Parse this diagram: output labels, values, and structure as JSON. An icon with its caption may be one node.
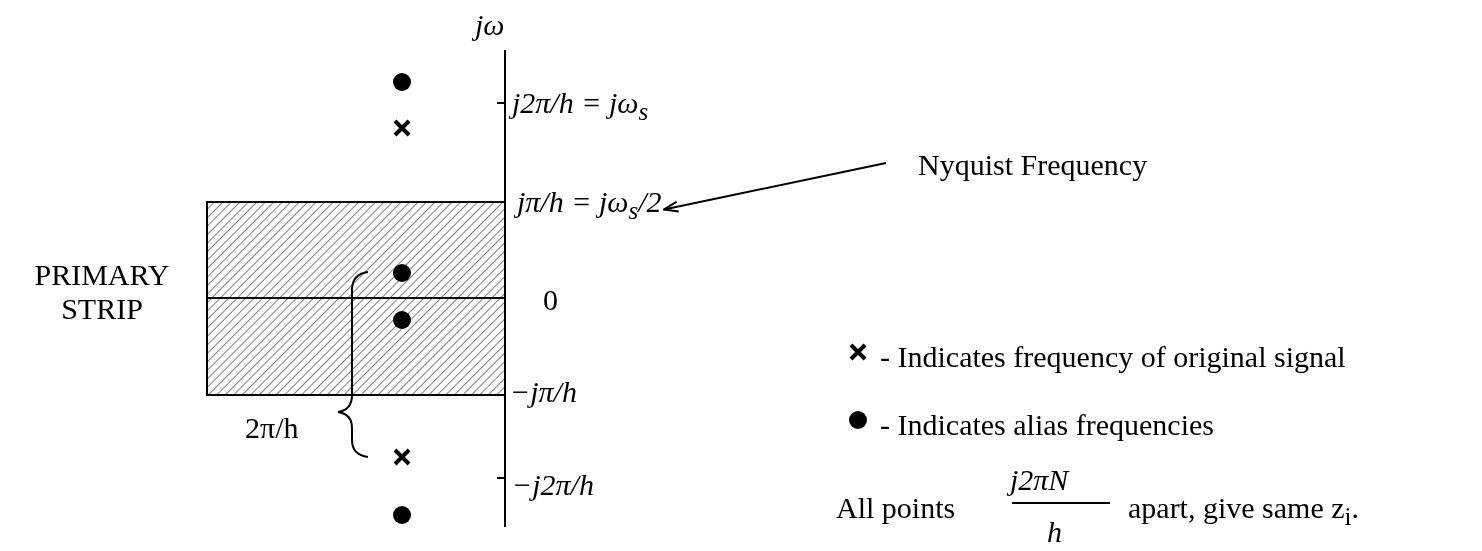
{
  "diagram": {
    "nodes": [
      {
        "text": [
          "jπ/h  = jω$_{s}$/2"
        ]
      },
      {
        "text": [
          "Nyquist Frequency"
        ]
      }
    ],
    "edges": [
      {
        "from": 1,
        "to": 0,
        "arrow": "to"
      }
    ],
    "labels": [
      "jω",
      "j2π/h  = jω$_{s}$",
      "PRIMARY STRIP",
      "0",
      "2π/h",
      "−jπ/h",
      "−j2π/h",
      "All points",
      "j2πN",
      "h",
      "apart, give same z$_{i}$."
    ],
    "legend": [
      {
        "text": "-  Indicates frequency of original signal"
      },
      {
        "text": "-  Indicates alias frequencies"
      }
    ]
  }
}
